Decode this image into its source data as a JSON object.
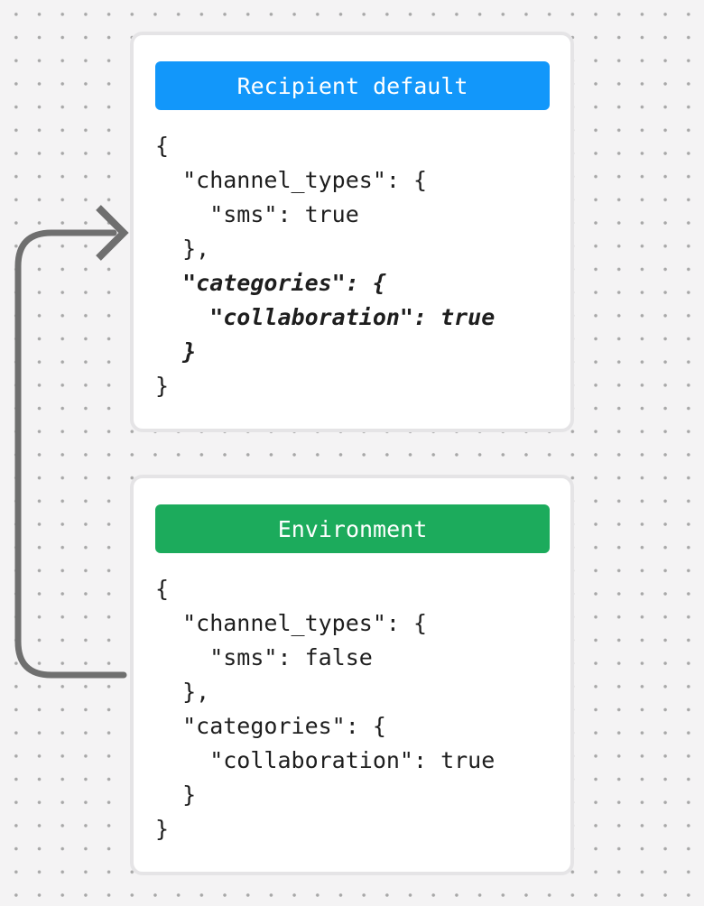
{
  "canvas": {
    "background_color": "#f4f3f4",
    "dot_color": "#a7a7a7"
  },
  "arrow": {
    "description": "curved connector from Environment card up to Recipient default card",
    "color": "#6f6f6f"
  },
  "cards": [
    {
      "title": "Recipient default",
      "title_bg": "#1297fa",
      "code_lines": [
        {
          "text": "{",
          "em": false
        },
        {
          "text": "  \"channel_types\": {",
          "em": false
        },
        {
          "text": "    \"sms\": true",
          "em": false
        },
        {
          "text": "  },",
          "em": false
        },
        {
          "text": "  \"categories\": {",
          "em": true
        },
        {
          "text": "    \"collaboration\": true",
          "em": true
        },
        {
          "text": "  }",
          "em": true
        },
        {
          "text": "}",
          "em": false
        }
      ]
    },
    {
      "title": "Environment",
      "title_bg": "#1cab5c",
      "code_lines": [
        {
          "text": "{",
          "em": false
        },
        {
          "text": "  \"channel_types\": {",
          "em": false
        },
        {
          "text": "    \"sms\": false",
          "em": false
        },
        {
          "text": "  },",
          "em": false
        },
        {
          "text": "  \"categories\": {",
          "em": false
        },
        {
          "text": "    \"collaboration\": true",
          "em": false
        },
        {
          "text": "  }",
          "em": false
        },
        {
          "text": "}",
          "em": false
        }
      ]
    }
  ]
}
